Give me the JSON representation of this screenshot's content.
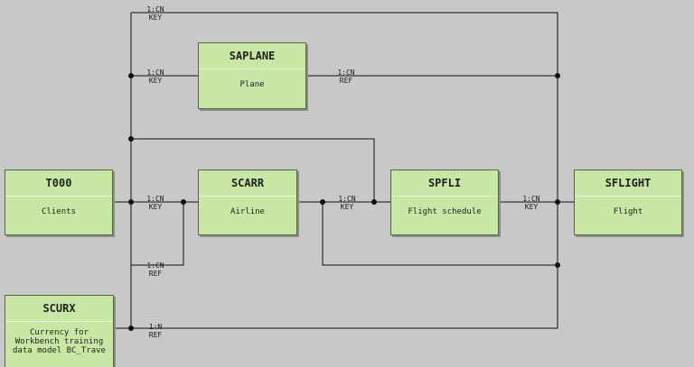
{
  "entities": {
    "t000": {
      "name": "T000",
      "desc": "Clients"
    },
    "saplane": {
      "name": "SAPLANE",
      "desc": "Plane"
    },
    "scarr": {
      "name": "SCARR",
      "desc": "Airline"
    },
    "spfli": {
      "name": "SPFLI",
      "desc": "Flight schedule"
    },
    "sflight": {
      "name": "SFLIGHT",
      "desc": "Flight"
    },
    "scurx": {
      "name": "SCURX",
      "desc": "Currency for\nWorkbench training\ndata model BC_Trave"
    }
  },
  "relations": {
    "top_t000_sflight": {
      "card": "1:CN",
      "type": "KEY"
    },
    "t000_saplane": {
      "card": "1:CN",
      "type": "KEY"
    },
    "saplane_sflight": {
      "card": "1:CN",
      "type": "REF"
    },
    "t000_scarr": {
      "card": "1:CN",
      "type": "KEY"
    },
    "scarr_spfli": {
      "card": "1:CN",
      "type": "KEY"
    },
    "spfli_sflight": {
      "card": "1:CN",
      "type": "KEY"
    },
    "scarr_scurx": {
      "card": "1:CN",
      "type": "REF"
    },
    "scurx_sflight": {
      "card": "1:N",
      "type": "REF"
    }
  }
}
